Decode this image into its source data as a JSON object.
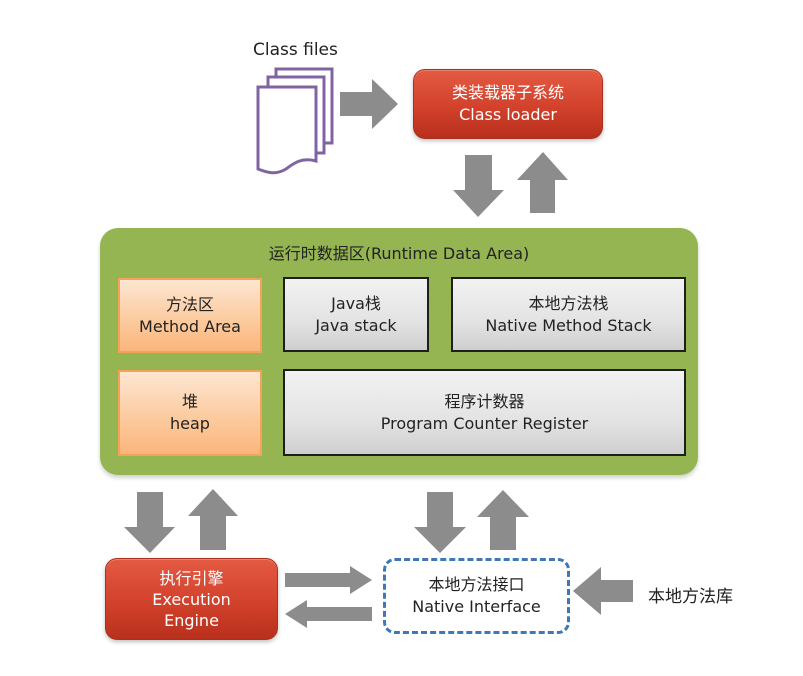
{
  "class_files": {
    "label": "Class files"
  },
  "class_loader": {
    "title_cn": "类装载器子系统",
    "title_en": "Class loader"
  },
  "runtime_data_area": {
    "title": "运行时数据区(Runtime Data Area)",
    "method_area": {
      "cn": "方法区",
      "en": "Method Area"
    },
    "java_stack": {
      "cn": "Java栈",
      "en": "Java stack"
    },
    "native_method_stack": {
      "cn": "本地方法栈",
      "en": "Native Method Stack"
    },
    "heap": {
      "cn": "堆",
      "en": "heap"
    },
    "program_counter": {
      "cn": "程序计数器",
      "en": "Program Counter Register"
    }
  },
  "execution_engine": {
    "cn": "执行引擎",
    "en_line1": "Execution",
    "en_line2": "Engine"
  },
  "native_interface": {
    "cn": "本地方法接口",
    "en": "Native Interface"
  },
  "native_library": {
    "label": "本地方法库"
  },
  "colors": {
    "red_box": "#d2412b",
    "green_area": "#94b551",
    "orange_box": "#fcc99c",
    "grey_box": "#e3e3e3",
    "arrow": "#8c8c8c",
    "file_icon": "#8064a2",
    "dashed_border": "#3f78b5"
  }
}
